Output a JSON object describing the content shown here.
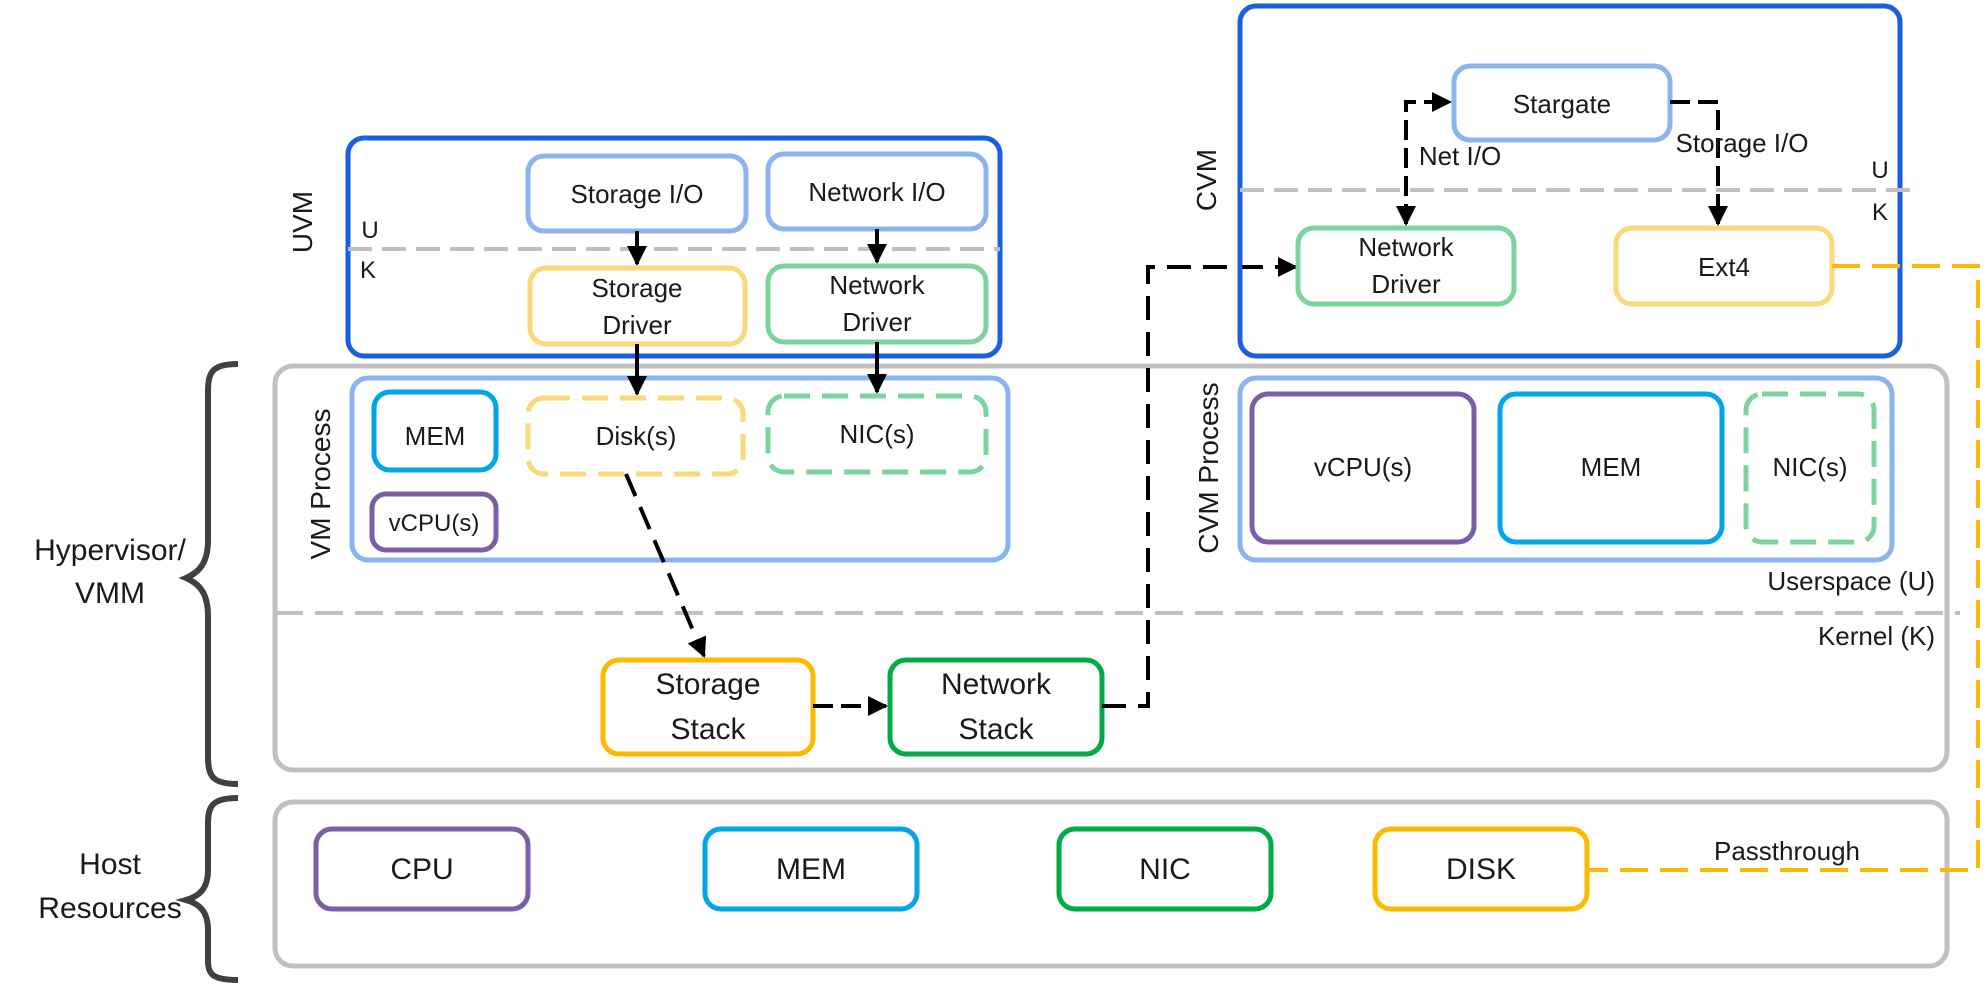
{
  "labels": {
    "uvm": "UVM",
    "cvm": "CVM",
    "vm_process": "VM Process",
    "cvm_process": "CVM Process",
    "hypervisor_line1": "Hypervisor/",
    "hypervisor_line2": "VMM",
    "host_line1": "Host",
    "host_line2": "Resources",
    "u_mark": "U",
    "k_mark": "K",
    "userspace": "Userspace (U)",
    "kernel": "Kernel (K)",
    "net_io_edge": "Net I/O",
    "storage_io_edge": "Storage I/O",
    "passthrough": "Passthrough"
  },
  "uvm": {
    "storage_io": "Storage I/O",
    "network_io": "Network I/O",
    "storage_driver": [
      "Storage",
      "Driver"
    ],
    "network_driver": [
      "Network",
      "Driver"
    ]
  },
  "vm_process": {
    "mem": "MEM",
    "vcpu": "vCPU(s)",
    "disks": "Disk(s)",
    "nics": "NIC(s)"
  },
  "kernel": {
    "storage_stack": [
      "Storage",
      "Stack"
    ],
    "network_stack": [
      "Network",
      "Stack"
    ]
  },
  "cvm": {
    "stargate": "Stargate",
    "network_driver": [
      "Network",
      "Driver"
    ],
    "ext4": "Ext4"
  },
  "cvm_process": {
    "vcpu": "vCPU(s)",
    "mem": "MEM",
    "nics": "NIC(s)"
  },
  "host": {
    "cpu": "CPU",
    "mem": "MEM",
    "nic": "NIC",
    "disk": "DISK"
  },
  "colors": {
    "vm_blue": "#1a5fe0",
    "light_blue": "#8ab4f0",
    "storage_yellow": "#f9d97a",
    "storage_orange": "#ffb800",
    "network_lightgreen": "#7dd3a0",
    "network_green": "#00aa44",
    "cpu_purple": "#7b5ea7",
    "mem_cyan": "#00a6e8",
    "gray": "#c0c0c0",
    "brace": "#404040",
    "arrow": "#000000"
  }
}
